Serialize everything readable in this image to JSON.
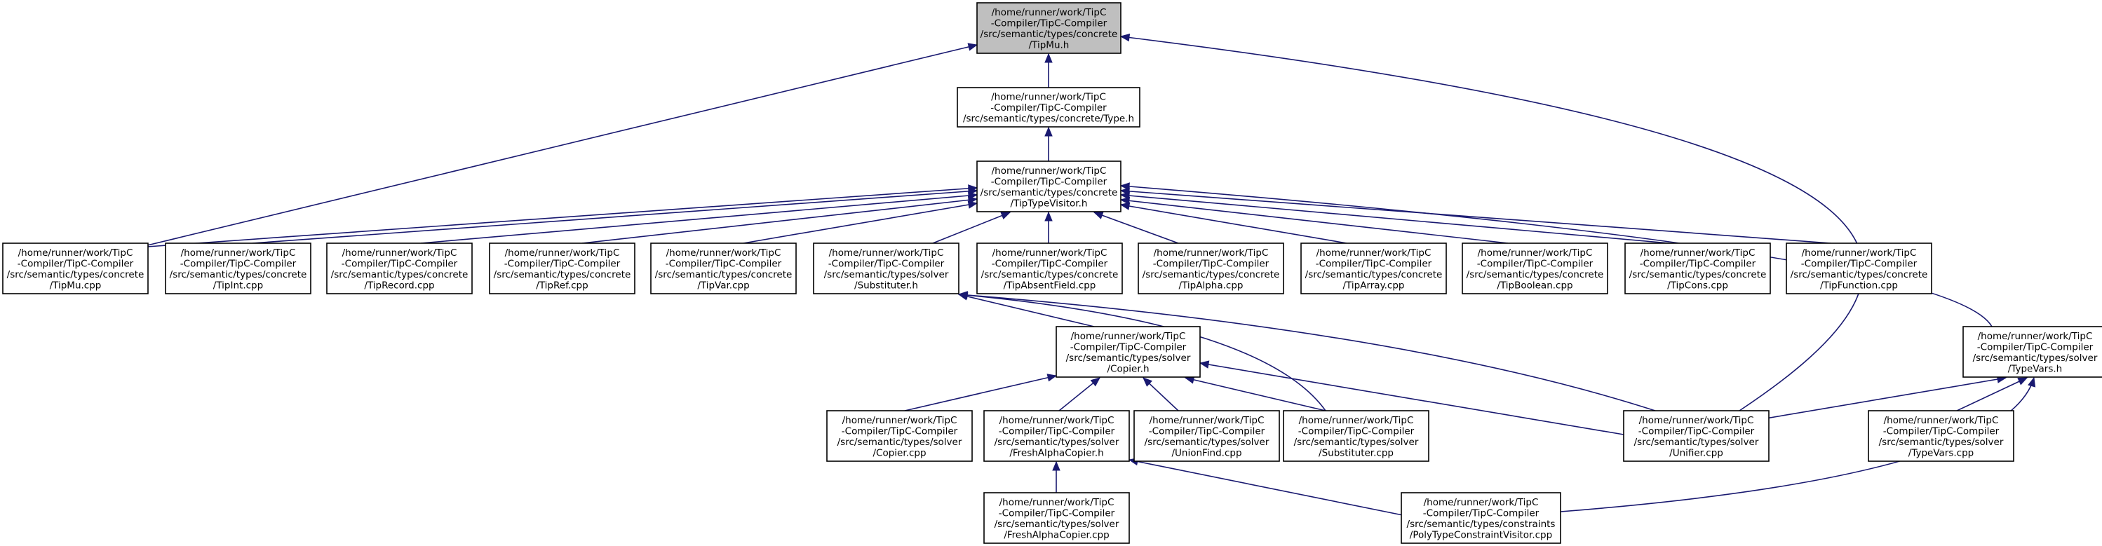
{
  "graph": {
    "nodes": [
      {
        "id": "TipMu_h",
        "lines": [
          "/home/runner/work/TipC",
          "-Compiler/TipC-Compiler",
          "/src/semantic/types/concrete",
          "/TipMu.h"
        ],
        "focus": true
      },
      {
        "id": "Type_h",
        "lines": [
          "/home/runner/work/TipC",
          "-Compiler/TipC-Compiler",
          "/src/semantic/types/concrete/Type.h"
        ]
      },
      {
        "id": "TipTypeVisitor_h",
        "lines": [
          "/home/runner/work/TipC",
          "-Compiler/TipC-Compiler",
          "/src/semantic/types/concrete",
          "/TipTypeVisitor.h"
        ]
      },
      {
        "id": "TipMu_cpp",
        "lines": [
          "/home/runner/work/TipC",
          "-Compiler/TipC-Compiler",
          "/src/semantic/types/concrete",
          "/TipMu.cpp"
        ]
      },
      {
        "id": "TipInt_cpp",
        "lines": [
          "/home/runner/work/TipC",
          "-Compiler/TipC-Compiler",
          "/src/semantic/types/concrete",
          "/TipInt.cpp"
        ]
      },
      {
        "id": "TipRecord_cpp",
        "lines": [
          "/home/runner/work/TipC",
          "-Compiler/TipC-Compiler",
          "/src/semantic/types/concrete",
          "/TipRecord.cpp"
        ]
      },
      {
        "id": "TipRef_cpp",
        "lines": [
          "/home/runner/work/TipC",
          "-Compiler/TipC-Compiler",
          "/src/semantic/types/concrete",
          "/TipRef.cpp"
        ]
      },
      {
        "id": "TipVar_cpp",
        "lines": [
          "/home/runner/work/TipC",
          "-Compiler/TipC-Compiler",
          "/src/semantic/types/concrete",
          "/TipVar.cpp"
        ]
      },
      {
        "id": "Substituter_h",
        "lines": [
          "/home/runner/work/TipC",
          "-Compiler/TipC-Compiler",
          "/src/semantic/types/solver",
          "/Substituter.h"
        ]
      },
      {
        "id": "TipAbsentField_cpp",
        "lines": [
          "/home/runner/work/TipC",
          "-Compiler/TipC-Compiler",
          "/src/semantic/types/concrete",
          "/TipAbsentField.cpp"
        ]
      },
      {
        "id": "TipAlpha_cpp",
        "lines": [
          "/home/runner/work/TipC",
          "-Compiler/TipC-Compiler",
          "/src/semantic/types/concrete",
          "/TipAlpha.cpp"
        ]
      },
      {
        "id": "TipArray_cpp",
        "lines": [
          "/home/runner/work/TipC",
          "-Compiler/TipC-Compiler",
          "/src/semantic/types/concrete",
          "/TipArray.cpp"
        ]
      },
      {
        "id": "TipBoolean_cpp",
        "lines": [
          "/home/runner/work/TipC",
          "-Compiler/TipC-Compiler",
          "/src/semantic/types/concrete",
          "/TipBoolean.cpp"
        ]
      },
      {
        "id": "TipCons_cpp",
        "lines": [
          "/home/runner/work/TipC",
          "-Compiler/TipC-Compiler",
          "/src/semantic/types/concrete",
          "/TipCons.cpp"
        ]
      },
      {
        "id": "TipFunction_cpp",
        "lines": [
          "/home/runner/work/TipC",
          "-Compiler/TipC-Compiler",
          "/src/semantic/types/concrete",
          "/TipFunction.cpp"
        ]
      },
      {
        "id": "Copier_h",
        "lines": [
          "/home/runner/work/TipC",
          "-Compiler/TipC-Compiler",
          "/src/semantic/types/solver",
          "/Copier.h"
        ]
      },
      {
        "id": "TypeVars_h",
        "lines": [
          "/home/runner/work/TipC",
          "-Compiler/TipC-Compiler",
          "/src/semantic/types/solver",
          "/TypeVars.h"
        ]
      },
      {
        "id": "Copier_cpp",
        "lines": [
          "/home/runner/work/TipC",
          "-Compiler/TipC-Compiler",
          "/src/semantic/types/solver",
          "/Copier.cpp"
        ]
      },
      {
        "id": "FreshAlphaCopier_h",
        "lines": [
          "/home/runner/work/TipC",
          "-Compiler/TipC-Compiler",
          "/src/semantic/types/solver",
          "/FreshAlphaCopier.h"
        ]
      },
      {
        "id": "UnionFind_cpp",
        "lines": [
          "/home/runner/work/TipC",
          "-Compiler/TipC-Compiler",
          "/src/semantic/types/solver",
          "/UnionFind.cpp"
        ]
      },
      {
        "id": "Substituter_cpp",
        "lines": [
          "/home/runner/work/TipC",
          "-Compiler/TipC-Compiler",
          "/src/semantic/types/solver",
          "/Substituter.cpp"
        ]
      },
      {
        "id": "Unifier_cpp",
        "lines": [
          "/home/runner/work/TipC",
          "-Compiler/TipC-Compiler",
          "/src/semantic/types/solver",
          "/Unifier.cpp"
        ]
      },
      {
        "id": "TypeVars_cpp",
        "lines": [
          "/home/runner/work/TipC",
          "-Compiler/TipC-Compiler",
          "/src/semantic/types/solver",
          "/TypeVars.cpp"
        ]
      },
      {
        "id": "FreshAlphaCopier_cpp",
        "lines": [
          "/home/runner/work/TipC",
          "-Compiler/TipC-Compiler",
          "/src/semantic/types/solver",
          "/FreshAlphaCopier.cpp"
        ]
      },
      {
        "id": "PolyTypeConstraintVisitor_cpp",
        "lines": [
          "/home/runner/work/TipC",
          "-Compiler/TipC-Compiler",
          "/src/semantic/types/constraints",
          "/PolyTypeConstraintVisitor.cpp"
        ]
      }
    ],
    "edges": [
      {
        "from": "Type_h",
        "to": "TipMu_h"
      },
      {
        "from": "TipMu_cpp",
        "to": "TipMu_h"
      },
      {
        "from": "Unifier_cpp",
        "to": "TipMu_h"
      },
      {
        "from": "TipTypeVisitor_h",
        "to": "Type_h"
      },
      {
        "from": "TipMu_cpp",
        "to": "TipTypeVisitor_h"
      },
      {
        "from": "TipInt_cpp",
        "to": "TipTypeVisitor_h"
      },
      {
        "from": "TipRecord_cpp",
        "to": "TipTypeVisitor_h"
      },
      {
        "from": "TipRef_cpp",
        "to": "TipTypeVisitor_h"
      },
      {
        "from": "TipVar_cpp",
        "to": "TipTypeVisitor_h"
      },
      {
        "from": "Substituter_h",
        "to": "TipTypeVisitor_h"
      },
      {
        "from": "TipAbsentField_cpp",
        "to": "TipTypeVisitor_h"
      },
      {
        "from": "TipAlpha_cpp",
        "to": "TipTypeVisitor_h"
      },
      {
        "from": "TipArray_cpp",
        "to": "TipTypeVisitor_h"
      },
      {
        "from": "TipBoolean_cpp",
        "to": "TipTypeVisitor_h"
      },
      {
        "from": "TipCons_cpp",
        "to": "TipTypeVisitor_h"
      },
      {
        "from": "TipFunction_cpp",
        "to": "TipTypeVisitor_h"
      },
      {
        "from": "TypeVars_h",
        "to": "TipTypeVisitor_h"
      },
      {
        "from": "Copier_h",
        "to": "Substituter_h"
      },
      {
        "from": "Substituter_cpp",
        "to": "Substituter_h"
      },
      {
        "from": "Unifier_cpp",
        "to": "Substituter_h"
      },
      {
        "from": "Copier_cpp",
        "to": "Copier_h"
      },
      {
        "from": "FreshAlphaCopier_h",
        "to": "Copier_h"
      },
      {
        "from": "UnionFind_cpp",
        "to": "Copier_h"
      },
      {
        "from": "Substituter_cpp",
        "to": "Copier_h"
      },
      {
        "from": "Unifier_cpp",
        "to": "Copier_h"
      },
      {
        "from": "FreshAlphaCopier_cpp",
        "to": "FreshAlphaCopier_h"
      },
      {
        "from": "PolyTypeConstraintVisitor_cpp",
        "to": "FreshAlphaCopier_h"
      },
      {
        "from": "Unifier_cpp",
        "to": "TypeVars_h"
      },
      {
        "from": "TypeVars_cpp",
        "to": "TypeVars_h"
      },
      {
        "from": "PolyTypeConstraintVisitor_cpp",
        "to": "TypeVars_h"
      }
    ],
    "colors": {
      "edge": "#191970",
      "focus_fill": "#bfbfbf",
      "node_fill": "#ffffff",
      "border": "#000000"
    }
  }
}
